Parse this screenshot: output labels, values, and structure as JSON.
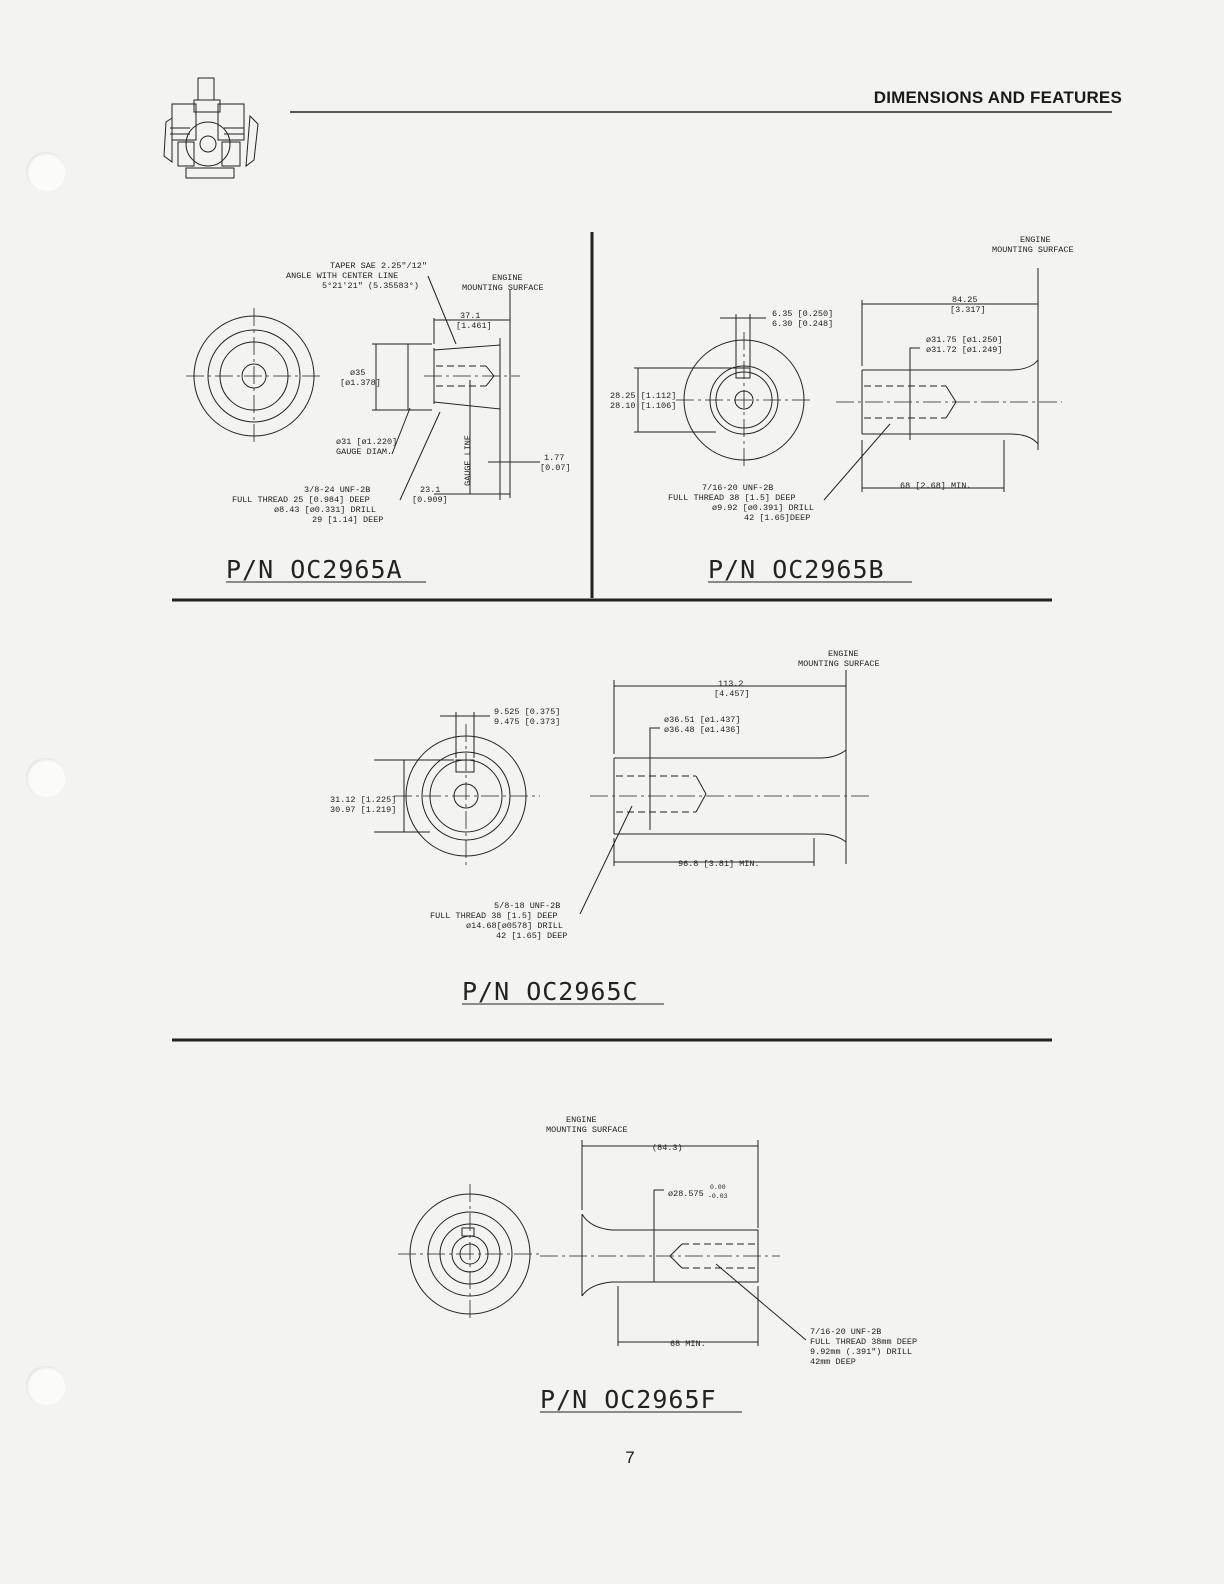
{
  "header": {
    "title": "DIMENSIONS AND FEATURES"
  },
  "page_number": "7",
  "icons": {
    "logo": "engine-illustration-icon"
  },
  "panel_a": {
    "part_number": "P/N OC2965A",
    "taper_line1": "TAPER SAE 2.25\"/12\"",
    "taper_line2": "ANGLE WITH CENTER LINE",
    "taper_line3": "5°21'21\" (5.35583°)",
    "mount_line1": "ENGINE",
    "mount_line2": "MOUNTING SURFACE",
    "len_mm": "37.1",
    "len_in": "[1.461]",
    "dia_mm": "ø35",
    "dia_in": "[ø1.378]",
    "gauge_line1": "ø31 [ø1.220]",
    "gauge_line2": "GAUGE DIAM.",
    "gauge_line_label": "GAUGE LINE",
    "small_mm": "1.77",
    "small_in": "[0.07]",
    "thread_line1": "3/8-24 UNF-2B",
    "thread_line2": "FULL THREAD 25 [0.984] DEEP",
    "thread_line3": "ø8.43 [ø0.331] DRILL",
    "thread_line4": "29 [1.14] DEEP",
    "gauge_len_mm": "23.1",
    "gauge_len_in": "[0.909]"
  },
  "panel_b": {
    "part_number": "P/N OC2965B",
    "mount_line1": "ENGINE",
    "mount_line2": "MOUNTING SURFACE",
    "len_mm": "84.25",
    "len_in": "[3.317]",
    "key_line1": "6.35 [0.250]",
    "key_line2": "6.30 [0.248]",
    "dia_line1": "ø31.75 [ø1.250]",
    "dia_line2": "ø31.72 [ø1.249]",
    "height_line1": "28.25 [1.112]",
    "height_line2": "28.10 [1.106]",
    "min_len": "68 [2.68] MIN.",
    "thread_line1": "7/16-20 UNF-2B",
    "thread_line2": "FULL THREAD 38 [1.5] DEEP",
    "thread_line3": "ø9.92 [ø0.391] DRILL",
    "thread_line4": "42 [1.65]DEEP"
  },
  "panel_c": {
    "part_number": "P/N OC2965C",
    "mount_line1": "ENGINE",
    "mount_line2": "MOUNTING SURFACE",
    "len_mm": "113.2",
    "len_in": "[4.457]",
    "key_line1": "9.525 [0.375]",
    "key_line2": "9.475 [0.373]",
    "dia_line1": "ø36.51 [ø1.437]",
    "dia_line2": "ø36.48 [ø1.436]",
    "height_line1": "31.12 [1.225]",
    "height_line2": "30.97 [1.219]",
    "min_len": "96.8 [3.81] MIN.",
    "thread_line1": "5/8-18 UNF-2B",
    "thread_line2": "FULL THREAD 38 [1.5] DEEP",
    "thread_line3": "ø14.68[ø0578] DRILL",
    "thread_line4": "42 [1.65] DEEP"
  },
  "panel_f": {
    "part_number": "P/N OC2965F",
    "mount_line1": "ENGINE",
    "mount_line2": "MOUNTING SURFACE",
    "len": "(84.3)",
    "dia": "ø28.575",
    "tol_upper": "0.00",
    "tol_lower": "-0.03",
    "min_len": "68 MIN.",
    "thread_line1": "7/16-20 UNF-2B",
    "thread_line2": "FULL THREAD 38mm DEEP",
    "thread_line3": "9.92mm (.391\") DRILL",
    "thread_line4": "42mm DEEP"
  }
}
